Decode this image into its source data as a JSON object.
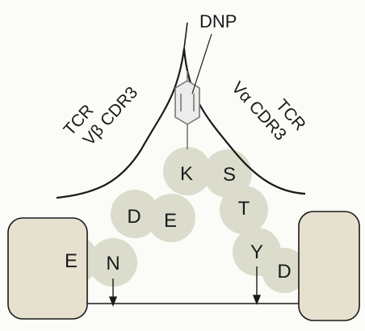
{
  "diagram": {
    "labels": {
      "dnp": "DNP",
      "tcr_left": "TCR",
      "cdr_left": "Vβ CDR3",
      "tcr_right": "TCR",
      "cdr_right": "Vα CDR3"
    },
    "residues": [
      "E",
      "N",
      "D",
      "E",
      "K",
      "S",
      "T",
      "Y",
      "D"
    ],
    "colors": {
      "residue_fill": "#dcdccc",
      "anchor_fill": "#e6e0cf",
      "line": "#1a1a1a",
      "background": "#fbfbf8"
    }
  }
}
